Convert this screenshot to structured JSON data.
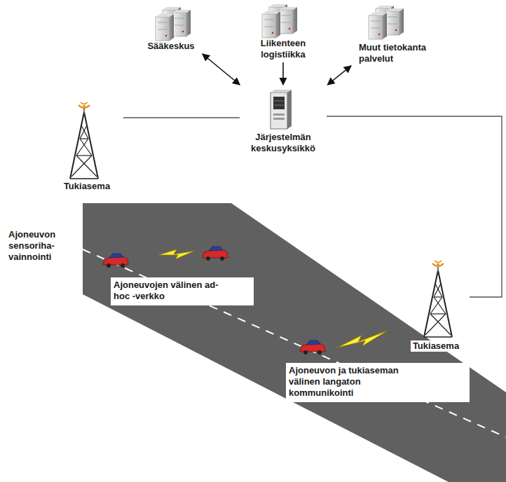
{
  "diagram": {
    "nodes": [
      {
        "text": [
          "Sääkeskus"
        ]
      },
      {
        "text": [
          "Liikenteen logistiikka"
        ]
      },
      {
        "text": [
          "Muut tietokanta palvelut"
        ]
      },
      {
        "text": [
          "Tukiasema"
        ]
      },
      {
        "text": [
          "Järjestelmän keskusyksikkö"
        ]
      },
      {
        "text": [
          "Ajoneuvon sensoriha- vainnointi"
        ]
      },
      {
        "text": [
          "Ajoneuvojen välinen ad-hoc -verkko"
        ]
      },
      {
        "text": [
          "Tukiasema"
        ]
      },
      {
        "text": [
          "Ajoneuvon ja tukiaseman välinen langaton kommunikointi"
        ]
      }
    ],
    "edges": [
      {
        "from": 0,
        "to": 4,
        "arrow": "both"
      },
      {
        "from": 1,
        "to": 4,
        "arrow": "to"
      },
      {
        "from": 2,
        "to": 4,
        "arrow": "both"
      },
      {
        "from": 3,
        "to": 4,
        "arrow": "none"
      },
      {
        "from": 4,
        "to": 7,
        "arrow": "none"
      }
    ]
  }
}
